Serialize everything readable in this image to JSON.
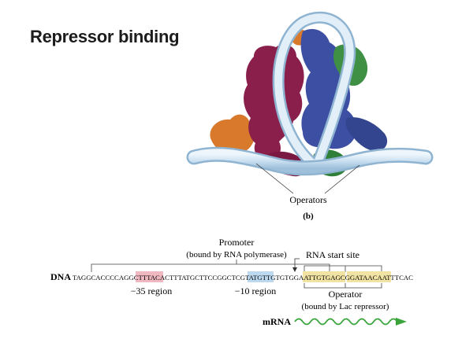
{
  "title": "Repressor binding",
  "figure": {
    "callout_label": "Operators",
    "panel_label": "(b)"
  },
  "dna": {
    "label": "DNA",
    "seq": {
      "s1": "TAGGCACCCCAGGC",
      "s2": "TTTACA",
      "s3": "CTTTATGCTTCCGGCTCG",
      "s4": "TATGTT",
      "s5": "GTGTGG",
      "s6": "AATTGTGAGCG",
      "s7": "GATAACAATT",
      "s8": "TCAC"
    },
    "promoter_label_1": "Promoter",
    "promoter_label_2": "(bound by RNA polymerase)",
    "rna_start_label": "RNA start site",
    "minus35_label": "−35 region",
    "minus10_label": "−10 region",
    "operator_label_1": "Operator",
    "operator_label_2": "(bound by Lac repressor)",
    "mrna_label": "mRNA"
  },
  "colors": {
    "crimson": "#8a1f4c",
    "blue": "#3d4fa3",
    "green": "#3f8f45",
    "orange": "#d9792b",
    "dna_tube": "#cfe3f2",
    "minus35_highlight": "#f0b8c0",
    "minus10_highlight": "#bcd9f0",
    "operator_highlight": "#f1e3a3",
    "mrna": "#3aa33a"
  }
}
